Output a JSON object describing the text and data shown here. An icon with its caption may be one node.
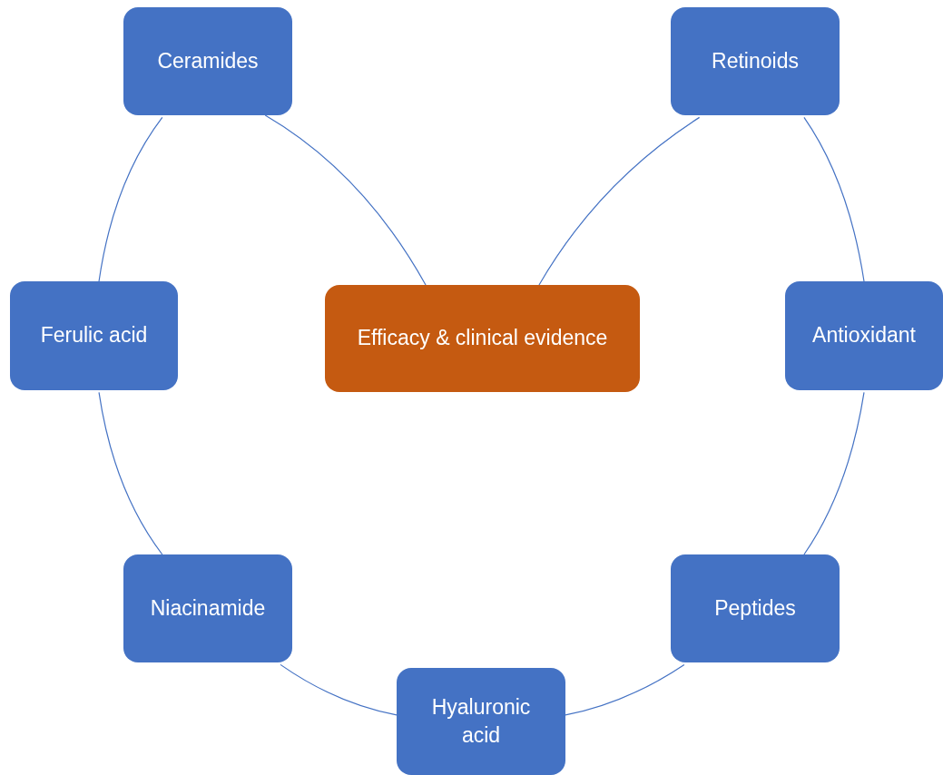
{
  "diagram": {
    "nodes": [
      {
        "text": [
          "Ceramides"
        ]
      },
      {
        "text": [
          "Retinoids"
        ]
      },
      {
        "text": [
          "Ferulic acid"
        ]
      },
      {
        "text": [
          "Efficacy & clinical evidence"
        ]
      },
      {
        "text": [
          "Antioxidant"
        ]
      },
      {
        "text": [
          "Niacinamide"
        ]
      },
      {
        "text": [
          "Peptides"
        ]
      },
      {
        "text": [
          "Hyaluronic acid"
        ]
      }
    ],
    "edges": [
      {
        "from": 0,
        "to": 3,
        "arrow": "none"
      },
      {
        "from": 1,
        "to": 3,
        "arrow": "none"
      },
      {
        "from": 0,
        "to": 2,
        "arrow": "none"
      },
      {
        "from": 1,
        "to": 4,
        "arrow": "none"
      },
      {
        "from": 2,
        "to": 5,
        "arrow": "none"
      },
      {
        "from": 4,
        "to": 6,
        "arrow": "none"
      },
      {
        "from": 5,
        "to": 7,
        "arrow": "none"
      },
      {
        "from": 6,
        "to": 7,
        "arrow": "none"
      }
    ]
  }
}
